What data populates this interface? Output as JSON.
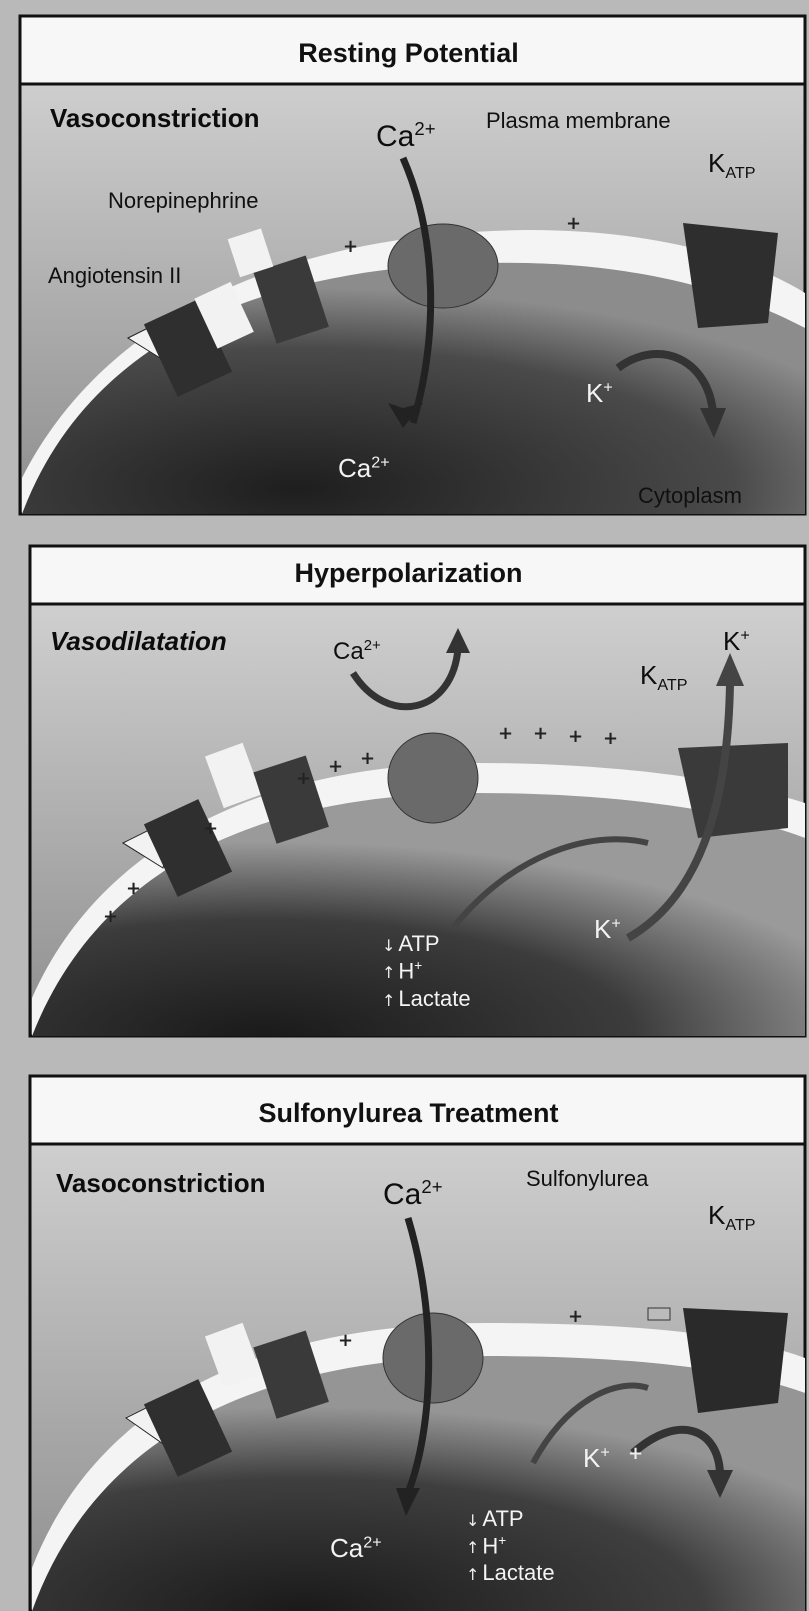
{
  "panels": [
    {
      "title": "Resting Potential",
      "state": "Vasoconstriction",
      "labels": {
        "calcium_out": "Ca",
        "calcium_out_sup": "2+",
        "calcium_in": "Ca",
        "calcium_in_sup": "2+",
        "plasma_membrane": "Plasma membrane",
        "katp": "K",
        "katp_sub": "ATP",
        "norepinephrine": "Norepinephrine",
        "angiotensin": "Angiotensin II",
        "potassium": "K",
        "potassium_sup": "+",
        "cytoplasm": "Cytoplasm"
      }
    },
    {
      "title": "Hyperpolarization",
      "state": "Vasodilatation",
      "labels": {
        "calcium_out": "Ca",
        "calcium_out_sup": "2+",
        "katp": "K",
        "katp_sub": "ATP",
        "potassium_out": "K",
        "potassium_out_sup": "+",
        "potassium_in": "K",
        "potassium_in_sup": "+",
        "atp": "ATP",
        "h": "H",
        "h_sup": "+",
        "lactate": "Lactate"
      }
    },
    {
      "title": "Sulfonylurea Treatment",
      "state": "Vasoconstriction",
      "labels": {
        "calcium_out": "Ca",
        "calcium_out_sup": "2+",
        "calcium_in": "Ca",
        "calcium_in_sup": "2+",
        "sulfonylurea": "Sulfonylurea",
        "katp": "K",
        "katp_sub": "ATP",
        "potassium": "K",
        "potassium_sup": "+",
        "atp": "ATP",
        "h": "H",
        "h_sup": "+",
        "lactate": "Lactate"
      }
    }
  ],
  "colors": {
    "background": "#b9b9b9",
    "frame": "#111111",
    "cytoplasm": "#3a3a3a",
    "membrane": "#f4f4f4",
    "protein": "#555555"
  }
}
